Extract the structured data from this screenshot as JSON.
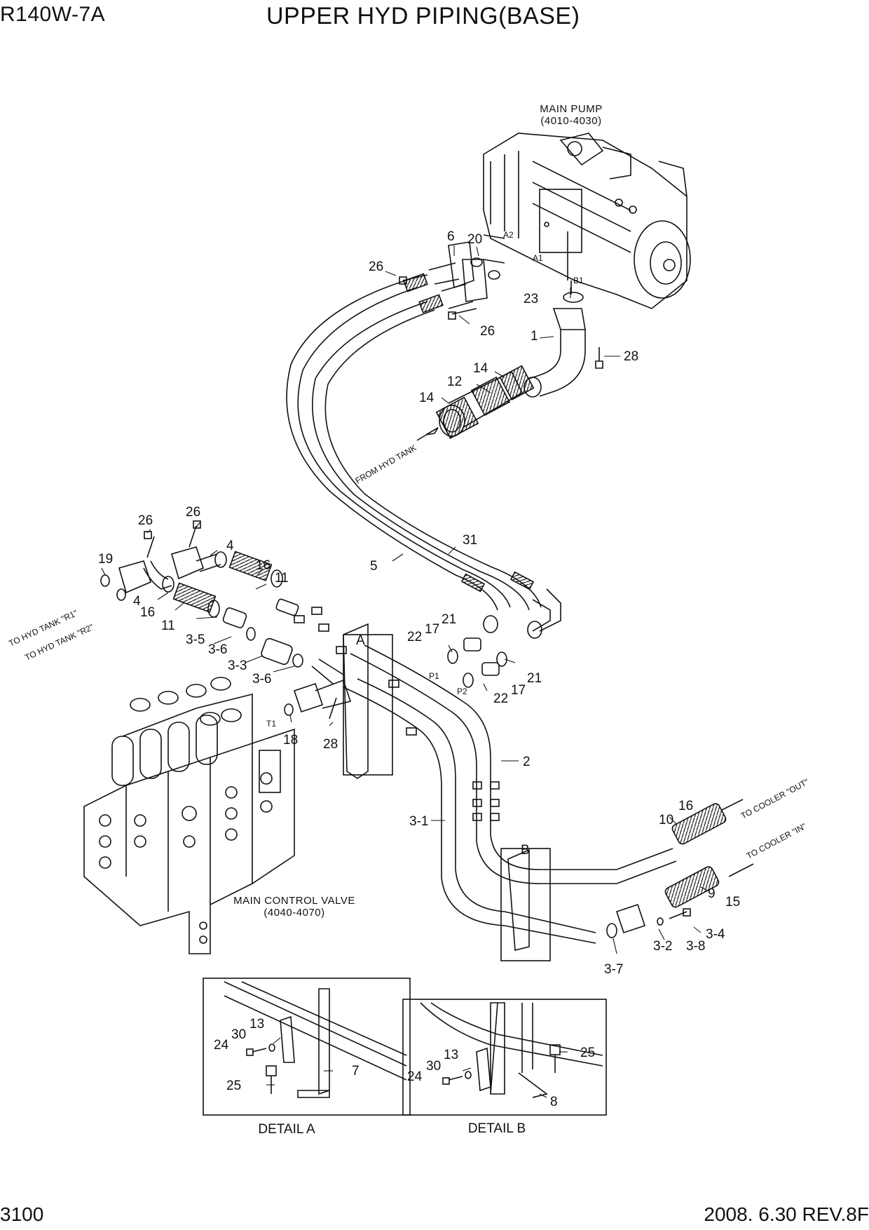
{
  "header": {
    "model": "R140W-7A",
    "title": "UPPER HYD PIPING(BASE)"
  },
  "footer": {
    "page": "3100",
    "revision": "2008. 6.30  REV.8F"
  },
  "components": {
    "main_pump": {
      "name": "MAIN PUMP",
      "code": "(4010-4030)"
    },
    "main_control_valve": {
      "name": "MAIN CONTROL VALVE",
      "code": "(4040-4070)"
    }
  },
  "port_labels": {
    "a1": "A1",
    "a2": "A2",
    "b1": "B1",
    "p1": "P1",
    "p2": "P2",
    "t1": "T1"
  },
  "directions": {
    "from_tank": "FROM HYD TANK",
    "tank_r1": "TO HYD TANK \"R1\"",
    "tank_r2": "TO HYD TANK \"R2\"",
    "cooler_out": "TO COOLER \"OUT\"",
    "cooler_in": "TO COOLER \"IN\""
  },
  "detail_markers": {
    "a": "A",
    "b": "B"
  },
  "details": {
    "a_caption": "DETAIL A",
    "b_caption": "DETAIL B"
  },
  "callouts": {
    "c6": "6",
    "c20": "20",
    "c26a": "26",
    "c26b": "26",
    "c23": "23",
    "c1": "1",
    "c28a": "28",
    "c14a": "14",
    "c12": "12",
    "c14b": "14",
    "c26c": "26",
    "c26d": "26",
    "c4a": "4",
    "c19": "19",
    "c16a": "16",
    "c11a": "11",
    "c4b": "4",
    "c16b": "16",
    "c11b": "11",
    "c3_5": "3-5",
    "c3_6a": "3-6",
    "c3_3": "3-3",
    "c3_6b": "3-6",
    "c31": "31",
    "c5": "5",
    "c22a": "22",
    "c17a": "17",
    "c21a": "21",
    "c21b": "21",
    "c22b": "22",
    "c17b": "17",
    "c18": "18",
    "c28b": "28",
    "c2": "2",
    "c3_1": "3-1",
    "c16c": "16",
    "c10": "10",
    "c9": "9",
    "c15": "15",
    "c3_4": "3-4",
    "c3_2": "3-2",
    "c3_8": "3-8",
    "c3_7": "3-7",
    "da13": "13",
    "da30": "30",
    "da24": "24",
    "da25": "25",
    "da7": "7",
    "db13": "13",
    "db30": "30",
    "db24": "24",
    "db25": "25",
    "db8": "8"
  }
}
